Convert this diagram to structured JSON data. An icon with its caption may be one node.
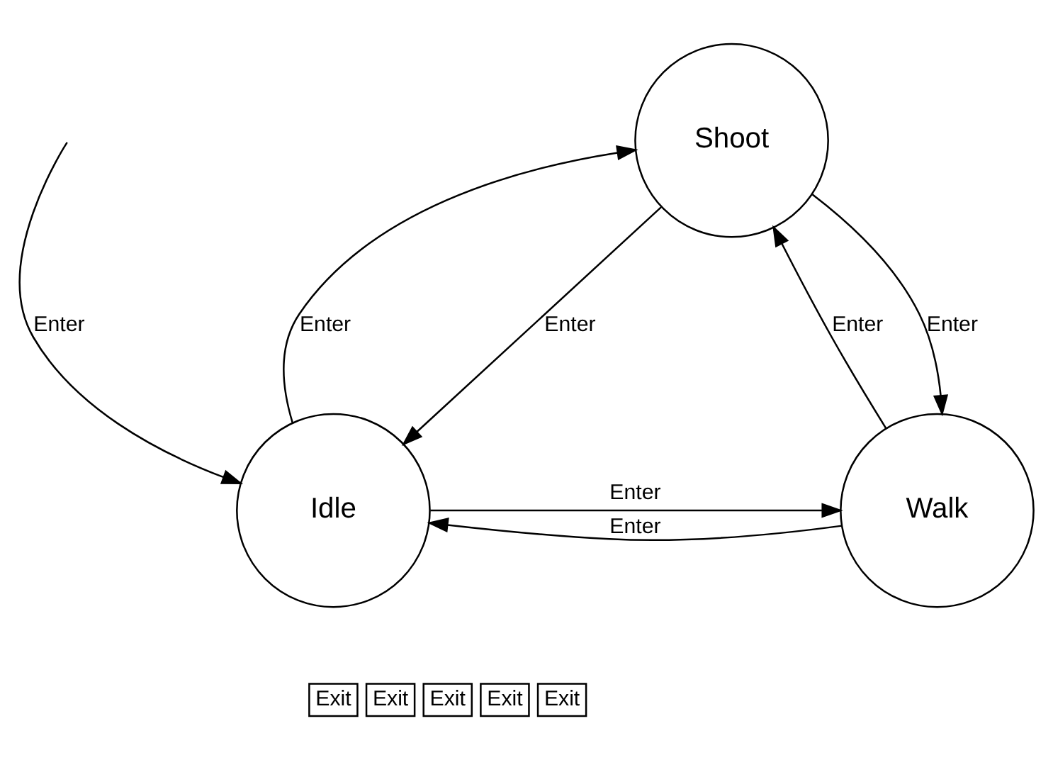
{
  "diagram": {
    "nodes": [
      {
        "text": [
          "Shoot"
        ]
      },
      {
        "text": [
          "Idle"
        ]
      },
      {
        "text": [
          "Walk"
        ]
      }
    ],
    "edges": [
      {
        "from": null,
        "to": 1,
        "arrow": "to",
        "label": "Enter"
      },
      {
        "from": 1,
        "to": 0,
        "arrow": "to",
        "label": "Enter"
      },
      {
        "from": 2,
        "to": 0,
        "arrow": "to",
        "label": "Enter"
      },
      {
        "from": 0,
        "to": 1,
        "arrow": "to",
        "label": "Enter"
      },
      {
        "from": 0,
        "to": 2,
        "arrow": "to",
        "label": "Enter"
      },
      {
        "from": 1,
        "to": 2,
        "arrow": "to",
        "label": "Enter"
      },
      {
        "from": 2,
        "to": 1,
        "arrow": "to",
        "label": "Enter"
      }
    ],
    "labels": [
      "Exit",
      "Exit",
      "Exit",
      "Exit",
      "Exit"
    ]
  }
}
